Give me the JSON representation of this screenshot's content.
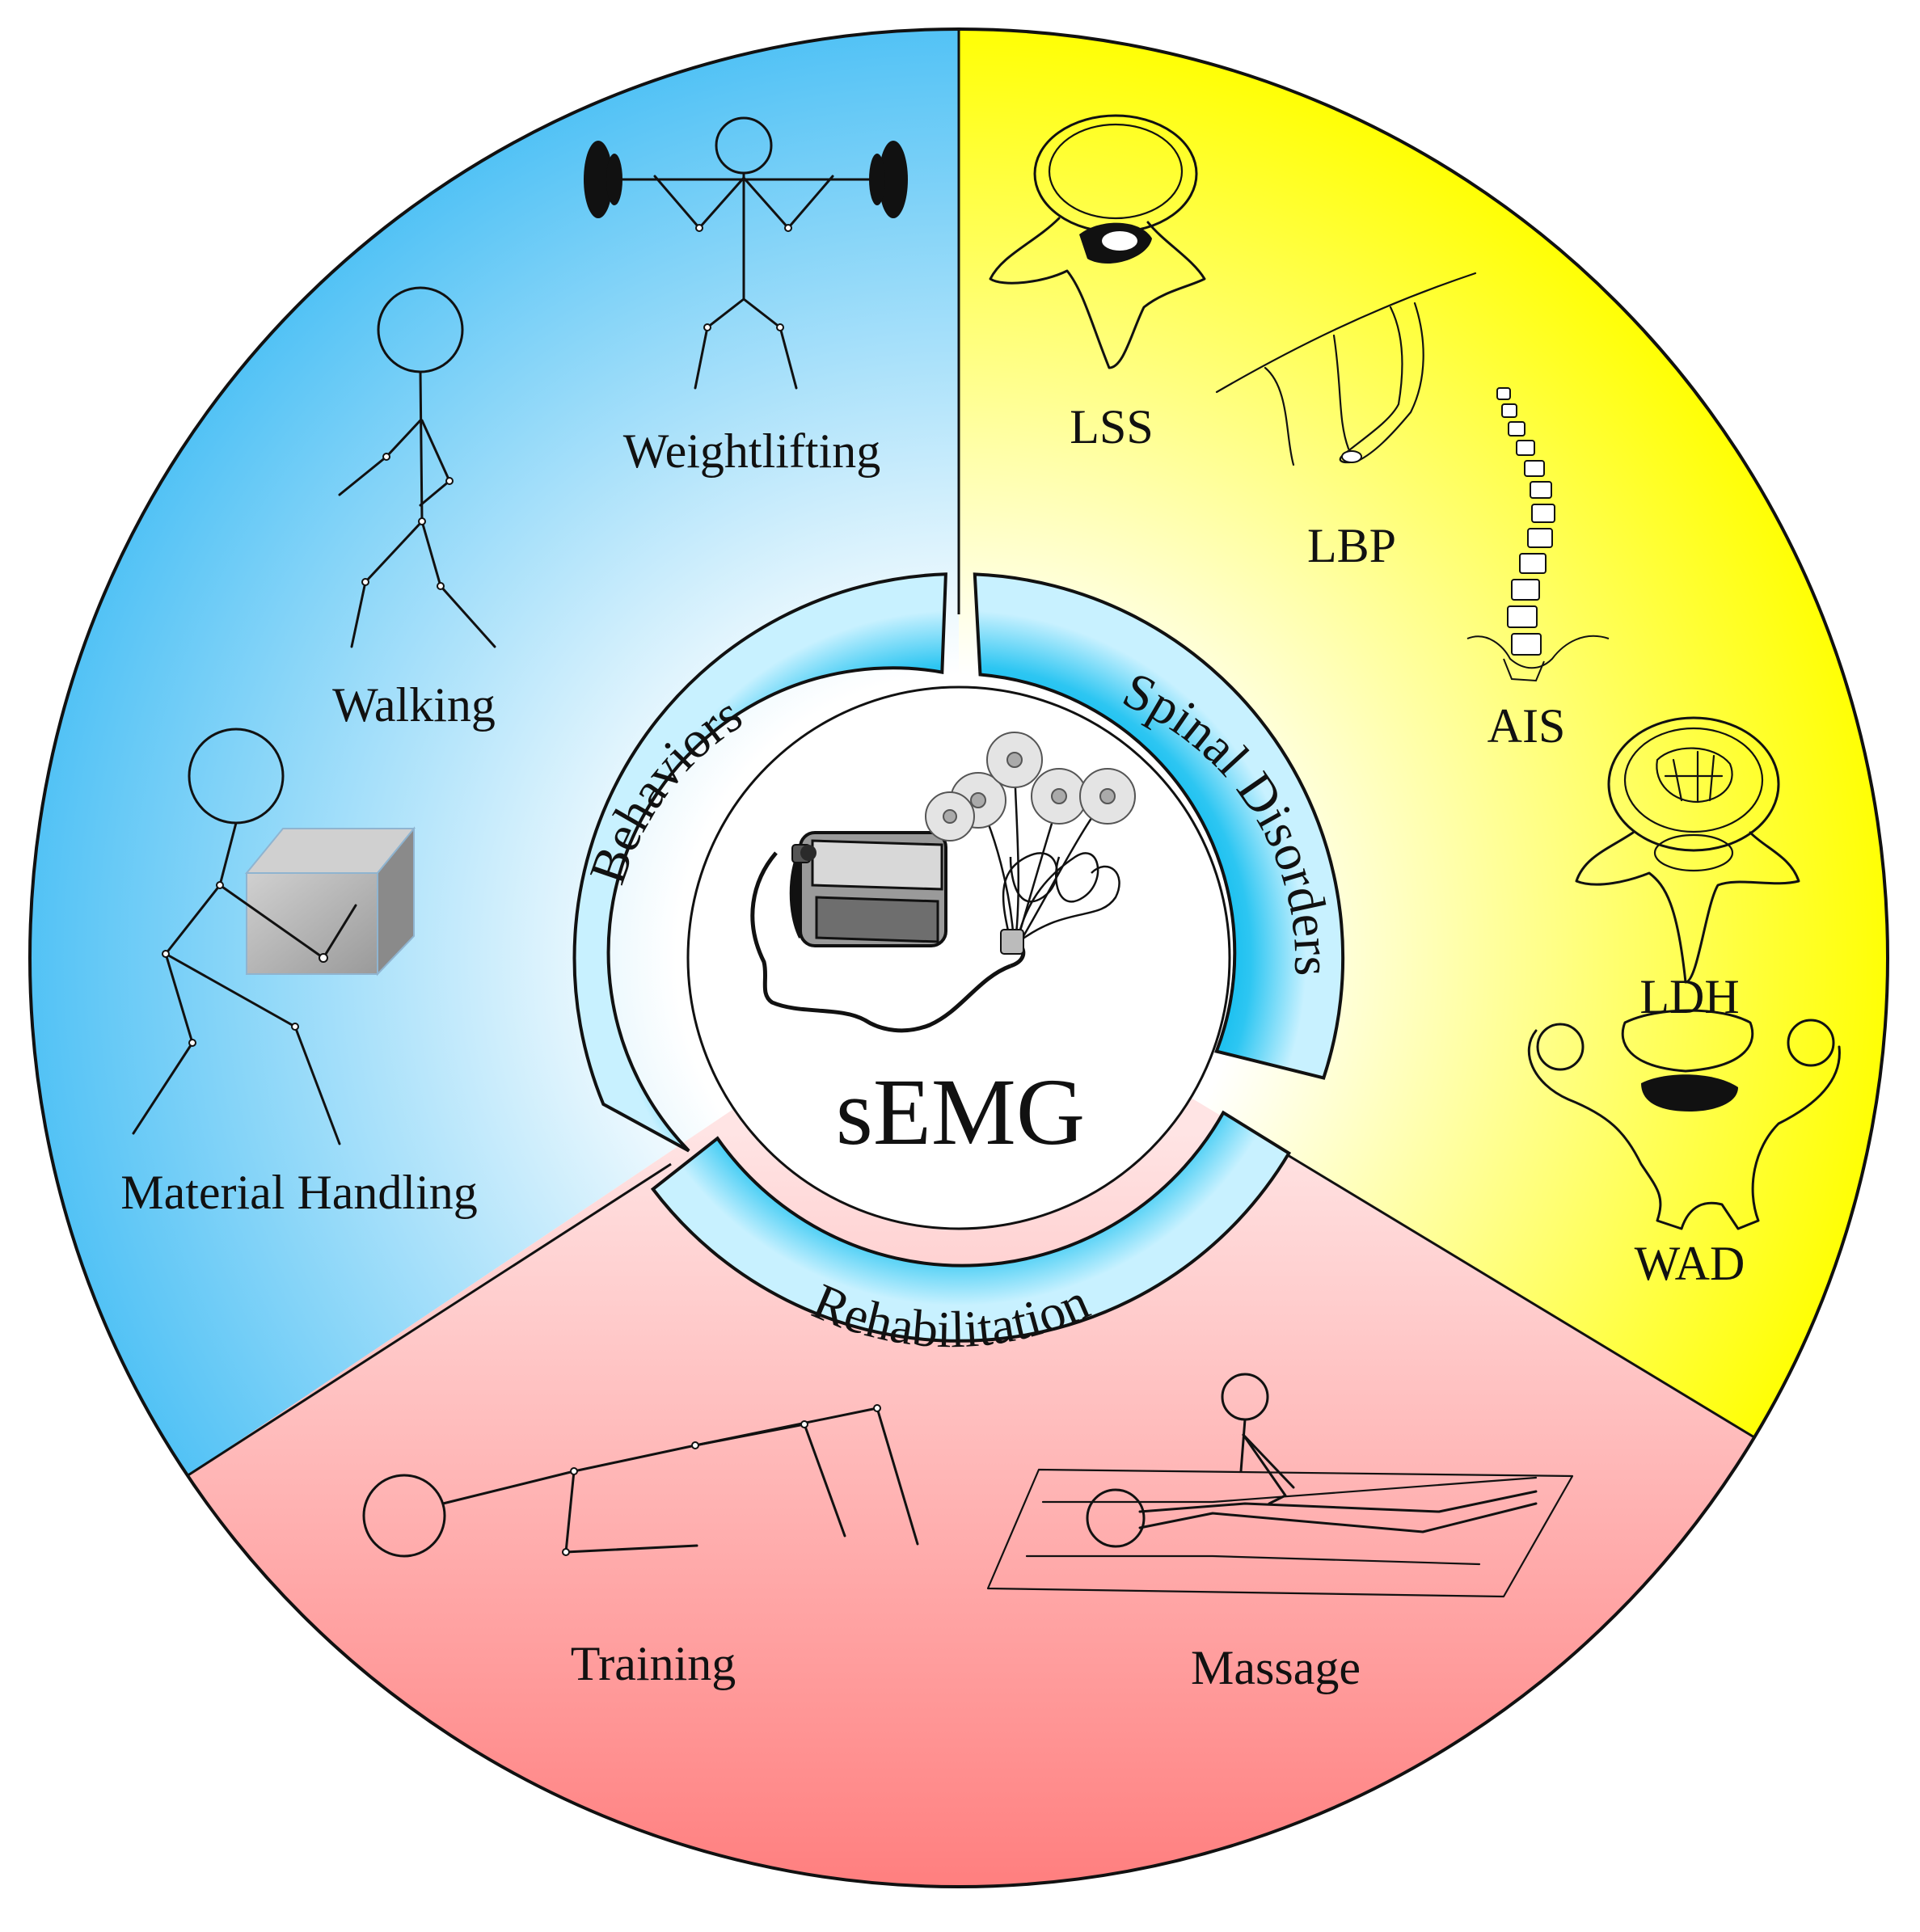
{
  "center": {
    "title": "sEMG"
  },
  "categories": {
    "behaviors": "Behaviors",
    "spinal_disorders": "Spinal Disorders",
    "rehabilitation": "Rehabilitation"
  },
  "behaviors_items": {
    "weightlifting": "Weightlifting",
    "walking": "Walking",
    "material_handling": "Material Handling"
  },
  "spinal_items": {
    "lss": "LSS",
    "lbp": "LBP",
    "ais": "AIS",
    "ldh": "LDH",
    "wad": "WAD"
  },
  "rehab_items": {
    "training": "Training",
    "massage": "Massage"
  },
  "colors": {
    "behaviors": "#4fc1f5",
    "spinal_disorders": "#ffff00",
    "rehabilitation": "#ff8080",
    "ring": "#00bfee"
  }
}
